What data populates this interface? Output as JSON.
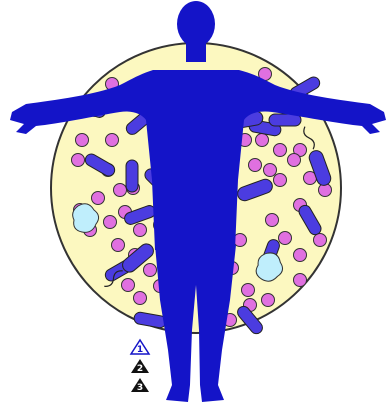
{
  "diagram": {
    "subject": "human-silhouette-over-microbe-field",
    "colors": {
      "background_disc": "#fcf8c0",
      "disc_outline": "#333333",
      "silhouette": "#1414c8",
      "coccus_fill": "#e070e0",
      "bacillus_fill": "#4b3ce0",
      "flagella": "#222222",
      "protozoa_fill": "#bfeefc"
    },
    "icons": [
      "coccus-icon",
      "bacillus-icon",
      "flagellated-bacterium-icon",
      "protozoan-icon",
      "triangle-marker-icon"
    ],
    "markers": [
      {
        "label": "1",
        "style": "outline"
      },
      {
        "label": "2",
        "style": "filled"
      },
      {
        "label": "3",
        "style": "filled"
      }
    ]
  }
}
